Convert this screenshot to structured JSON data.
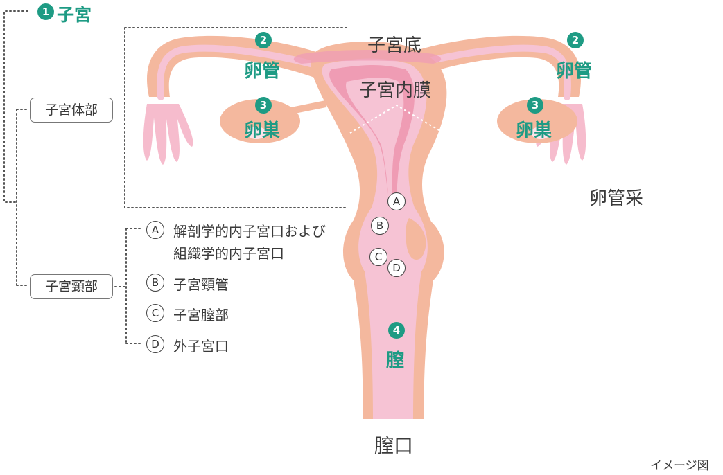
{
  "title": {
    "number": "1",
    "label": "子宮"
  },
  "boxes": {
    "body": "子宮体部",
    "cervix": "子宮頸部"
  },
  "organs": {
    "fundus": "子宮底",
    "endometrium": "子宮内膜",
    "tube_number": "2",
    "tube": "卵管",
    "ovary_number": "3",
    "ovary": "卵巣",
    "fimbria": "卵管采",
    "vagina_number": "4",
    "vagina": "膣",
    "vaginal_opening": "膣口"
  },
  "markers": {
    "a": "A",
    "b": "B",
    "c": "C",
    "d": "D"
  },
  "legend": {
    "a_line1": "解剖学的内子宮口および",
    "a_line2": "組織学的内子宮口",
    "b": "子宮頸管",
    "c": "子宮膣部",
    "d": "外子宮口"
  },
  "footer": {
    "note": "イメージ図"
  },
  "colors": {
    "teal": "#1e9b84",
    "outer_salmon": "#f4b89e",
    "inner_pink": "#f6c3d4",
    "endometrium_pink": "#ef9cb4"
  }
}
